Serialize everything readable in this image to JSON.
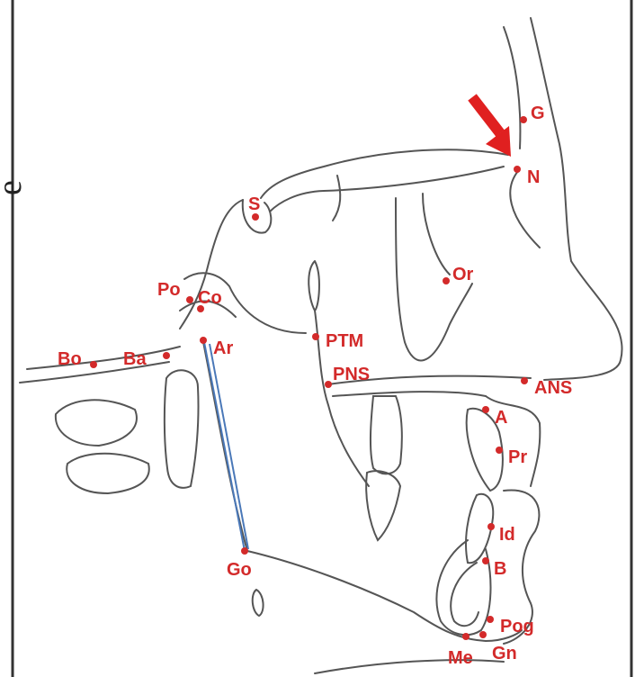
{
  "diagram": {
    "colors": {
      "tracing": "#555555",
      "landmark": "#d32a2a",
      "ramus_line": "#4a78b8",
      "arrow": "#e02020",
      "frame": "#333333"
    },
    "edge_glyph": "e",
    "landmarks": {
      "G": "G",
      "N": "N",
      "S": "S",
      "Or": "Or",
      "Po": "Po",
      "Co": "Co",
      "Bo": "Bo",
      "Ba": "Ba",
      "Ar": "Ar",
      "PTM": "PTM",
      "PNS": "PNS",
      "ANS": "ANS",
      "A": "A",
      "Pr": "Pr",
      "Id": "Id",
      "B": "B",
      "Go": "Go",
      "Pog": "Pog",
      "Me": "Me",
      "Gn": "Gn"
    },
    "arrow_target": "N"
  }
}
